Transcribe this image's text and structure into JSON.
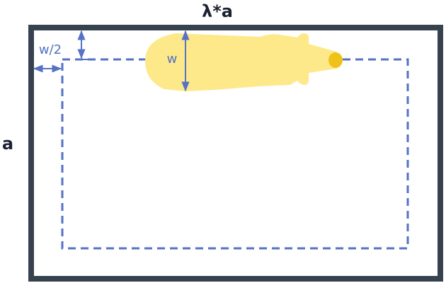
{
  "labels": {
    "top": "λ*a",
    "left": "a",
    "half_width": "w/2",
    "width": "w"
  },
  "colors": {
    "outer_border": "#36434f",
    "dashed_path": "#5572c4",
    "dimension_arrows": "#5572c4",
    "label_text": "#1c2230",
    "dimension_text": "#5572c4",
    "vehicle_body": "#fde98a",
    "vehicle_nose": "#efc21a"
  }
}
